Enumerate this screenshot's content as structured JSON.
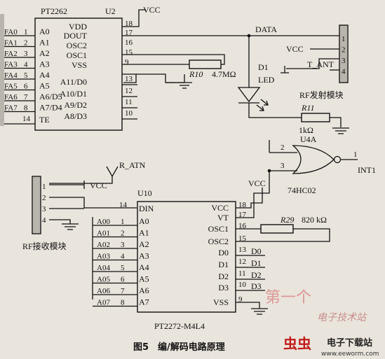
{
  "encoder": {
    "name": "PT2262",
    "ref": "U2",
    "inputs": [
      {
        "net": "FA0",
        "pin": "1",
        "label": "A0"
      },
      {
        "net": "FA1",
        "pin": "2",
        "label": "A1"
      },
      {
        "net": "FA2",
        "pin": "3",
        "label": "A2"
      },
      {
        "net": "FA3",
        "pin": "4",
        "label": "A3"
      },
      {
        "net": "FA4",
        "pin": "5",
        "label": "A4"
      },
      {
        "net": "FA5",
        "pin": "6",
        "label": "A5"
      },
      {
        "net": "FA6",
        "pin": "7",
        "label": "A6/D5"
      },
      {
        "net": "FA7",
        "pin": "8",
        "label": "A7/D4"
      }
    ],
    "te": {
      "pin": "14",
      "label": "TE"
    },
    "right_pins": [
      {
        "label": "VDD",
        "pin": "18"
      },
      {
        "label": "DOUT",
        "pin": "17"
      },
      {
        "label": "OSC2",
        "pin": "16"
      },
      {
        "label": "OSC1",
        "pin": "15"
      },
      {
        "label": "VSS",
        "pin": "9"
      },
      {
        "label": "A11/D0",
        "pin": "13"
      },
      {
        "label": "A10/D1",
        "pin": "12"
      },
      {
        "label": "A9/D2",
        "pin": "11"
      },
      {
        "label": "A8/D3",
        "pin": "10"
      }
    ]
  },
  "vcc_label": "VCC",
  "data_net": "DATA",
  "r10": {
    "ref": "R10",
    "value": "4.7MΩ"
  },
  "led": {
    "ref": "D1",
    "type": "LED"
  },
  "tx_module": {
    "pins": [
      "1",
      "2",
      "3",
      "4"
    ],
    "label": "RF发射模块",
    "ant": "T_ANT"
  },
  "r11": {
    "ref": "R11",
    "value": "1kΩ"
  },
  "gate": {
    "ref": "U4A",
    "type": "74HC02",
    "in_pins": [
      "2",
      "3"
    ],
    "out_pin": "1",
    "out_net": "INT1"
  },
  "rx_module": {
    "pins": [
      "1",
      "2",
      "3",
      "4"
    ],
    "label": "RF接收模块",
    "ant": "R_ATN"
  },
  "decoder": {
    "name": "PT2272-M4L4",
    "ref": "U10",
    "din": {
      "pin": "14",
      "label": "DIN"
    },
    "inputs": [
      {
        "net": "A00",
        "pin": "1",
        "label": "A0"
      },
      {
        "net": "A01",
        "pin": "2",
        "label": "A1"
      },
      {
        "net": "A02",
        "pin": "3",
        "label": "A2"
      },
      {
        "net": "A03",
        "pin": "4",
        "label": "A3"
      },
      {
        "net": "A04",
        "pin": "5",
        "label": "A4"
      },
      {
        "net": "A05",
        "pin": "6",
        "label": "A5"
      },
      {
        "net": "A06",
        "pin": "7",
        "label": "A6"
      },
      {
        "net": "A07",
        "pin": "8",
        "label": "A7"
      }
    ],
    "right_pins": [
      {
        "label": "VCC",
        "pin": "18",
        "net": ""
      },
      {
        "label": "VT",
        "pin": "17",
        "net": ""
      },
      {
        "label": "OSC1",
        "pin": "16",
        "net": ""
      },
      {
        "label": "OSC2",
        "pin": "15",
        "net": ""
      },
      {
        "label": "D0",
        "pin": "13",
        "net": "D0"
      },
      {
        "label": "D1",
        "pin": "12",
        "net": "D1"
      },
      {
        "label": "D2",
        "pin": "11",
        "net": "D2"
      },
      {
        "label": "D3",
        "pin": "10",
        "net": "D3"
      },
      {
        "label": "VSS",
        "pin": "9",
        "net": ""
      }
    ]
  },
  "r29": {
    "ref": "R29",
    "value": "820 kΩ"
  },
  "caption": "图5　编/解码电路原理",
  "watermark": {
    "line1": "第一个",
    "line2": "电子技术站",
    "brand": "电子下载站",
    "url": "www.eeworm.com",
    "logo": "虫虫"
  }
}
